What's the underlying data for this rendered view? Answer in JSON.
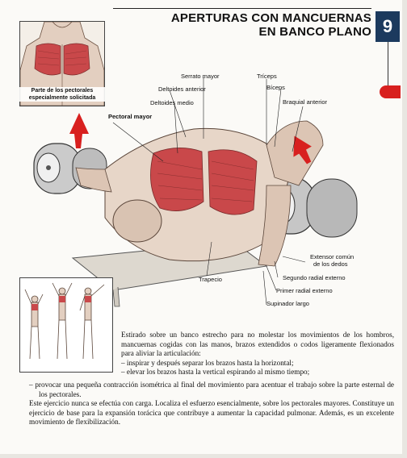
{
  "header": {
    "title_line1": "APERTURAS CON MANCUERNAS",
    "title_line2": "EN BANCO PLANO",
    "badge_number": "9"
  },
  "inset": {
    "caption_line1": "Parte de los pectorales",
    "caption_line2": "especialmente solicitada"
  },
  "labels": {
    "serrato_mayor": "Serrato mayor",
    "triceps": "Tríceps",
    "deltoides_anterior": "Deltoides anterior",
    "biceps": "Bíceps",
    "braquial_anterior": "Braquial anterior",
    "deltoides_medio": "Deltoides medio",
    "pectoral_mayor": "Pectoral mayor",
    "extensor_line1": "Extensor común",
    "extensor_line2": "de los dedos",
    "trapecio": "Trapecio",
    "segundo_radial": "Segundo radial externo",
    "primer_radial": "Primer radial externo",
    "supinador": "Supinador largo"
  },
  "text": {
    "intro": "Estirado sobre un banco estrecho para no molestar los movimientos de los hombros, mancuernas cogidas con las manos, brazos extendidos o codos ligeramente flexionados para aliviar la articulación:",
    "bullet1": "– inspirar y después separar los brazos hasta la horizontal;",
    "bullet2": "– elevar los brazos hasta la vertical espirando al mismo tiempo;",
    "bullet3": "– provocar una pequeña contracción isométrica al final del movimiento para acentuar el trabajo sobre la parte esternal de los pectorales.",
    "para2": "Este ejercicio nunca se efectúa con carga. Localiza el esfuerzo esencialmente, sobre los pectorales mayores. Constituye un ejercicio de base para la expansión torácica que contribuye a aumentar la capacidad pulmonar. Además, es un excelente movimiento de flexibilización."
  },
  "colors": {
    "badge": "#1c3a5e",
    "accent_red": "#d8201f",
    "muscle_red": "#c9484a"
  }
}
